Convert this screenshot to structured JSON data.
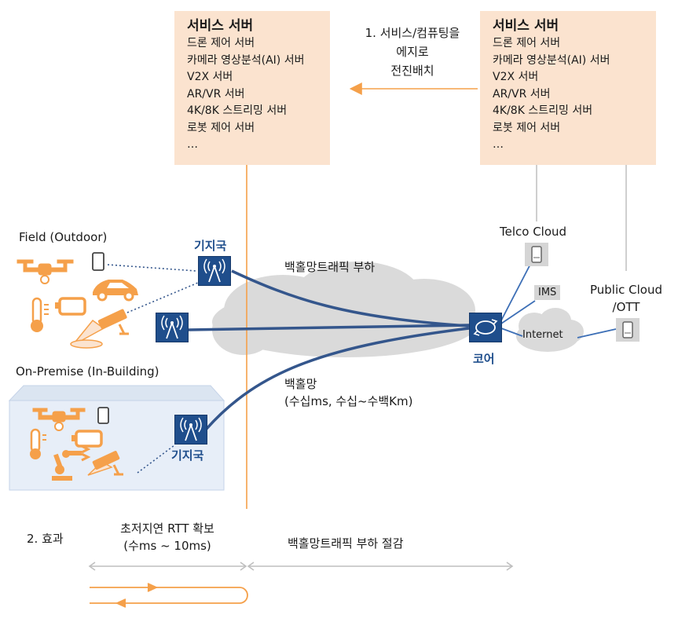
{
  "left_server": {
    "title": "서비스 서버",
    "items": [
      "드론 제어 서버",
      "카메라 영상분석(AI) 서버",
      "V2X 서버",
      "AR/VR 서버",
      "4K/8K 스트리밍 서버",
      "로봇 제어 서버",
      "…"
    ]
  },
  "right_server": {
    "title": "서비스 서버",
    "items": [
      "드론 제어 서버",
      "카메라 영상분석(AI) 서버",
      "V2X 서버",
      "AR/VR 서버",
      "4K/8K 스트리밍 서버",
      "로봇 제어 서버",
      "…"
    ]
  },
  "deploy_label": [
    "1. 서비스/컴퓨팅을",
    "에지로",
    "전진배치"
  ],
  "field_label": "Field (Outdoor)",
  "onprem_label": "On-Premise (In-Building)",
  "base_station_top": "기지국",
  "base_station_bottom": "기지국",
  "backhaul_traffic_label": "백홀망트래픽 부하",
  "backhaul_label": [
    "백홀망",
    "(수십ms, 수십~수백Km)"
  ],
  "core_label": "코어",
  "telco_cloud_label": "Telco Cloud",
  "ims_label": "IMS",
  "public_cloud_label": [
    "Public Cloud",
    "/OTT"
  ],
  "internet_label": "Internet",
  "effect_label": "2. 효과",
  "low_latency_label": [
    "초저지연 RTT 확보",
    "(수ms ~ 10ms)"
  ],
  "traffic_reduction_label": "백홀망트래픽 부하 절감",
  "colors": {
    "orange": "#f5a04a",
    "peach": "#fbe3cf",
    "navy": "#1f4e8c",
    "line_blue": "#34568c",
    "cloud_gray": "#d9d9d9",
    "arrow_gray": "#bfbfbf"
  }
}
